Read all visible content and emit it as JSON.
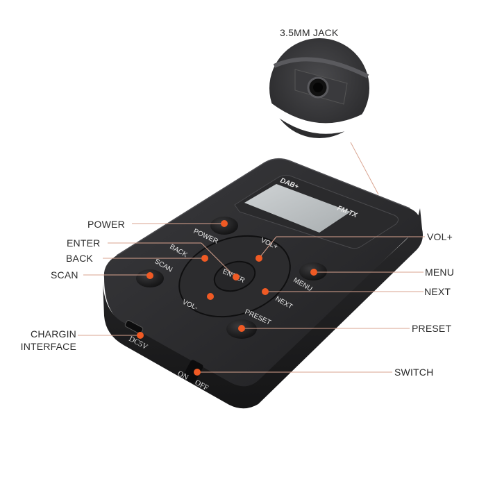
{
  "diagram": {
    "subject": "DAB+ FM TX portable radio",
    "device_markings": {
      "brand_left": "DAB+",
      "brand_right": "FM TX",
      "buttons": [
        "POWER",
        "BACK",
        "ENTER",
        "VOL+",
        "SCAN",
        "MENU",
        "VOL-",
        "NEXT",
        "PRESET"
      ],
      "port_label": "DC5V",
      "switch_labels": [
        "ON",
        "OFF"
      ]
    },
    "callouts": [
      {
        "id": "jack",
        "label": "3.5MM JACK"
      },
      {
        "id": "power",
        "label": "POWER"
      },
      {
        "id": "enter",
        "label": "ENTER"
      },
      {
        "id": "back",
        "label": "BACK"
      },
      {
        "id": "scan",
        "label": "SCAN"
      },
      {
        "id": "charging",
        "label_line1": "CHARGIN",
        "label_line2": "INTERFACE"
      },
      {
        "id": "volup",
        "label": "VOL+"
      },
      {
        "id": "menu",
        "label": "MENU"
      },
      {
        "id": "next",
        "label": "NEXT"
      },
      {
        "id": "preset",
        "label": "PRESET"
      },
      {
        "id": "switch",
        "label": "SWITCH"
      }
    ],
    "colors": {
      "device_body": "#2b2b2d",
      "device_top": "#323235",
      "lcd": "#b8bcbe",
      "marker_dot": "#f05a24",
      "leader_line": "#d9a38f",
      "label_text": "#2a2a2a"
    }
  }
}
